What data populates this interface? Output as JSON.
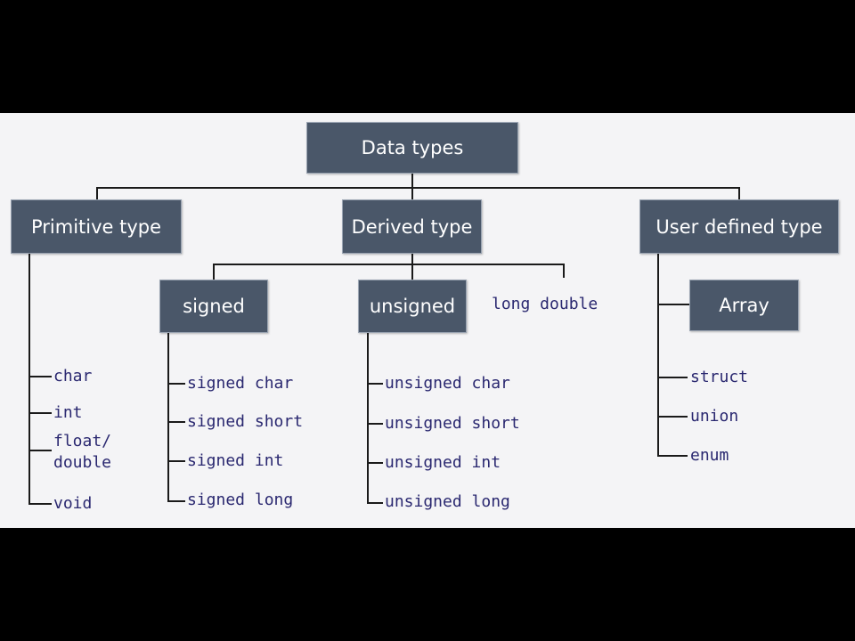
{
  "diagram": {
    "root": "Data types",
    "primitive": {
      "title": "Primitive type",
      "items": [
        "char",
        "int",
        "float/",
        "double",
        "void"
      ]
    },
    "derived": {
      "title": "Derived type",
      "signed": {
        "title": "signed",
        "items": [
          "signed char",
          "signed short",
          "signed int",
          "signed long"
        ]
      },
      "unsigned": {
        "title": "unsigned",
        "items": [
          "unsigned char",
          "unsigned short",
          "unsigned int",
          "unsigned long"
        ]
      },
      "extra": "long double"
    },
    "user_defined": {
      "title": "User defined type",
      "array": "Array",
      "items": [
        "struct",
        "union",
        "enum"
      ]
    }
  },
  "colors": {
    "box_fill": "#4a5769",
    "box_text": "#ffffff",
    "leaf_text": "#2a2870",
    "line": "#1a1a1a"
  }
}
